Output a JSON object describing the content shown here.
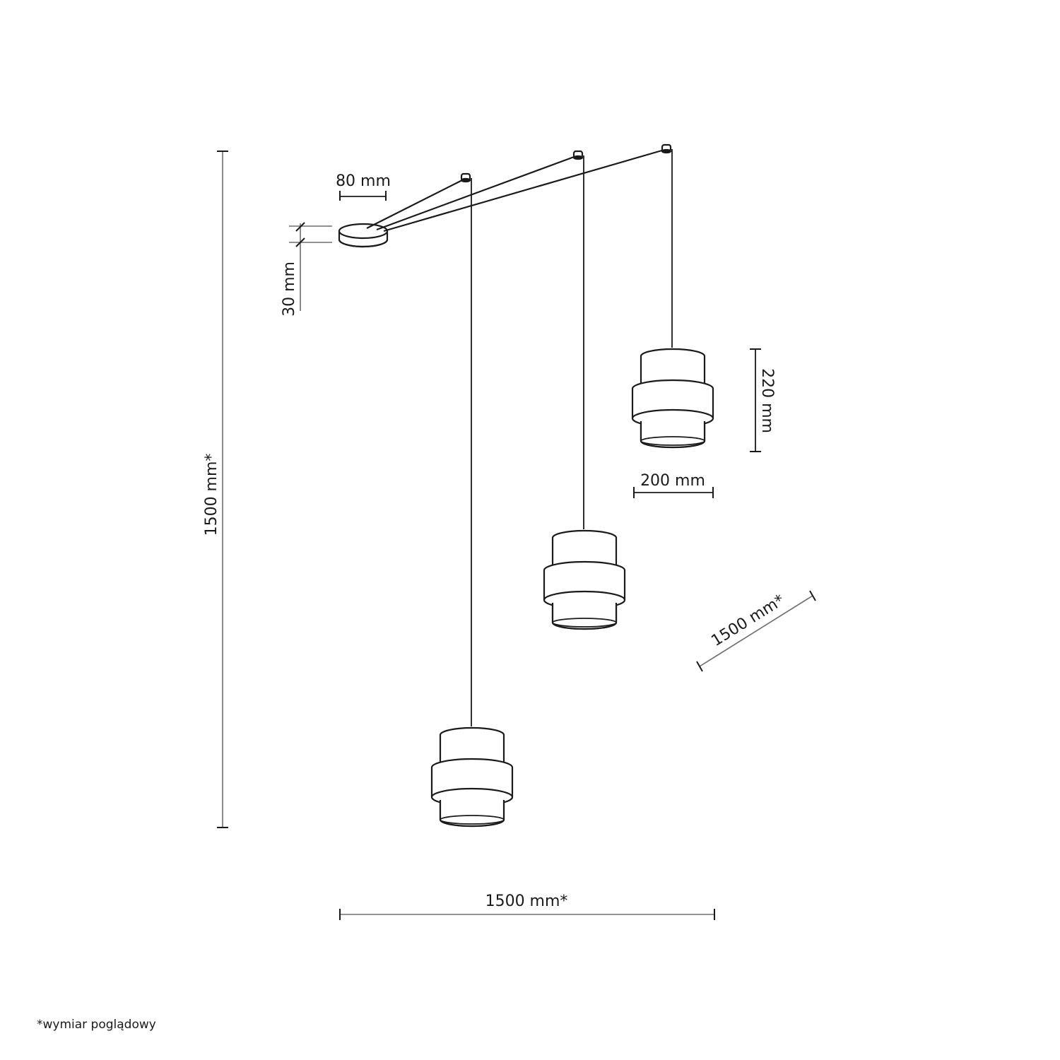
{
  "drawing": {
    "title": "Pendant lamp technical dimension drawing (3 shades, spider cable)",
    "dimensions": {
      "canopy_width": "80 mm",
      "canopy_height": "30 mm",
      "shade_height": "220 mm",
      "shade_width": "200 mm",
      "total_height": "1500 mm*",
      "total_width": "1500 mm*",
      "cable_reach": "1500 mm*"
    },
    "components": {
      "canopy": "ceiling-canopy",
      "hooks": [
        "hook-1",
        "hook-2",
        "hook-3"
      ],
      "shades": [
        "shade-left",
        "shade-middle",
        "shade-right"
      ]
    },
    "colors": {
      "line": "#1a1a1a",
      "dimension_line": "#6e6e6e",
      "background": "#ffffff"
    }
  },
  "footnote": "*wymiar poglądowy"
}
